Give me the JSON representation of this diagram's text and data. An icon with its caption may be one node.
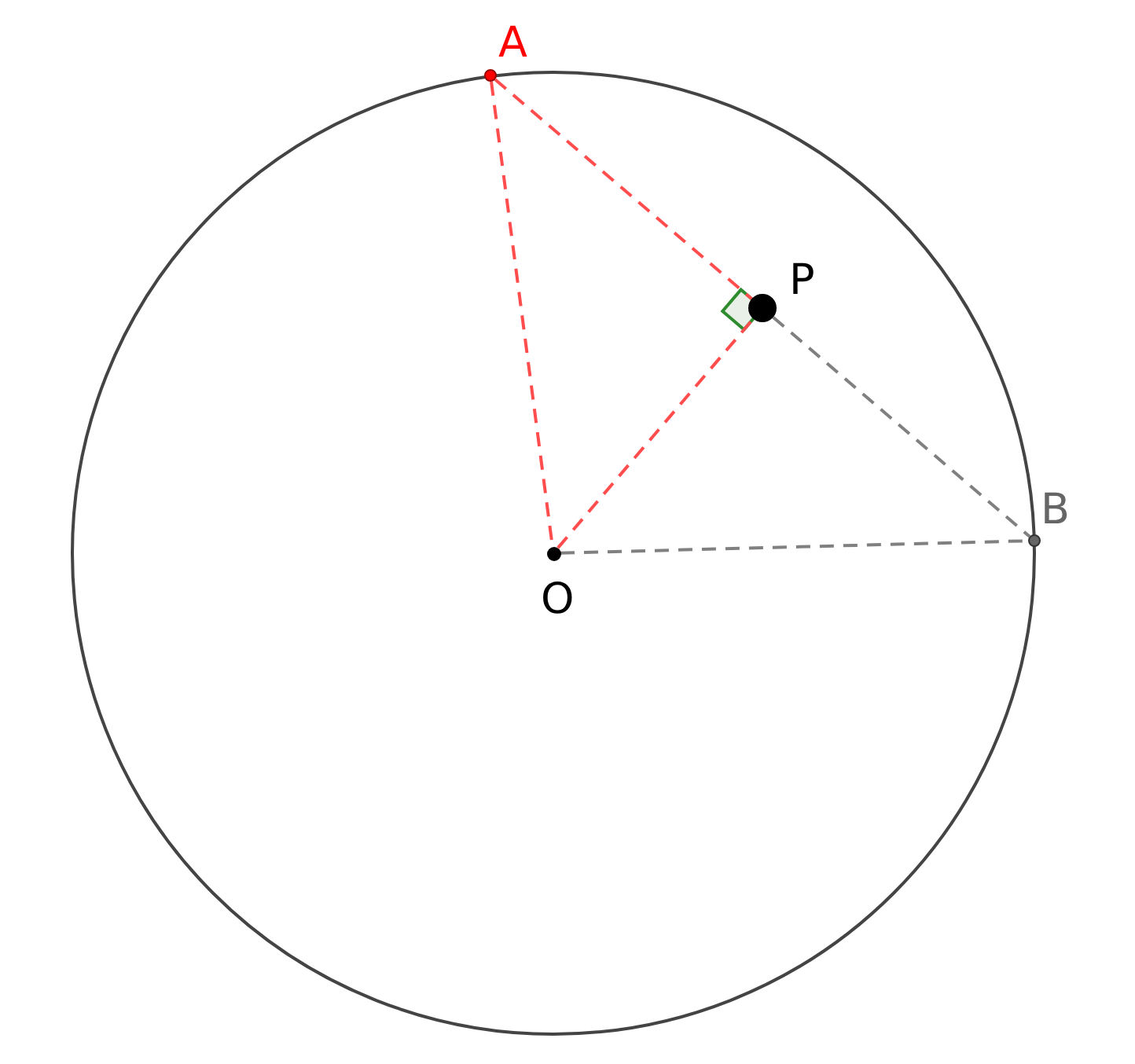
{
  "diagram": {
    "nodes": [
      {
        "text": [],
        "shape": "circle",
        "beside": [
          "A"
        ]
      },
      {
        "text": [],
        "shape": "circle",
        "beside": [
          "P"
        ]
      },
      {
        "text": [],
        "shape": "circle",
        "beside": [
          "B"
        ]
      },
      {
        "text": [],
        "shape": "circle",
        "beside": [
          "O"
        ]
      }
    ],
    "edges": [
      {
        "from": 0,
        "to": 3,
        "arrow": "none",
        "style": "dashed",
        "color": "#ff4d4d"
      },
      {
        "from": 3,
        "to": 1,
        "arrow": "none",
        "style": "dashed",
        "color": "#ff4d4d"
      },
      {
        "from": 0,
        "to": 1,
        "arrow": "none",
        "style": "dashed",
        "color": "#ff4d4d"
      },
      {
        "from": 1,
        "to": 2,
        "arrow": "none",
        "style": "dashed",
        "color": "#808080"
      },
      {
        "from": 3,
        "to": 2,
        "arrow": "none",
        "style": "dashed",
        "color": "#808080"
      }
    ]
  }
}
